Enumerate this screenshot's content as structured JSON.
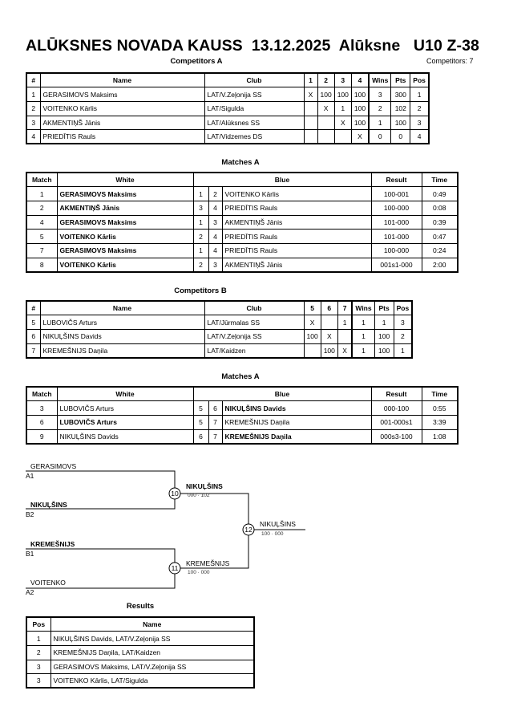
{
  "header": {
    "event": "ALŪKSNES NOVADA KAUSS",
    "date": "13.12.2025",
    "place": "Alūksne",
    "category": "U10 Z-38",
    "competitors_label": "Competitors: 7"
  },
  "pool_a": {
    "title": "Competitors A",
    "columns": [
      "#",
      "Name",
      "Club",
      "1",
      "2",
      "3",
      "4",
      "Wins",
      "Pts",
      "Pos"
    ],
    "rows": [
      {
        "num": "1",
        "name": "GERASIMOVS Maksims",
        "club": "LAT/V.Zeļonija SS",
        "r1": "X",
        "r2": "100",
        "r3": "100",
        "r4": "100",
        "wins": "3",
        "pts": "300",
        "pos": "1"
      },
      {
        "num": "2",
        "name": "VOITENKO Kārlis",
        "club": "LAT/Sigulda",
        "r1": "",
        "r2": "X",
        "r3": "1",
        "r4": "100",
        "wins": "2",
        "pts": "102",
        "pos": "2"
      },
      {
        "num": "3",
        "name": "AKMENTIŅŠ Jānis",
        "club": "LAT/Alūksnes SS",
        "r1": "",
        "r2": "",
        "r3": "X",
        "r4": "100",
        "wins": "1",
        "pts": "100",
        "pos": "3"
      },
      {
        "num": "4",
        "name": "PRIEDĪTIS Rauls",
        "club": "LAT/Vidzemes DS",
        "r1": "",
        "r2": "",
        "r3": "",
        "r4": "X",
        "wins": "0",
        "pts": "0",
        "pos": "4"
      }
    ]
  },
  "matches_a": {
    "title": "Matches A",
    "columns": [
      "Match",
      "White",
      "Blue",
      "Result",
      "Time"
    ],
    "rows": [
      {
        "match": "1",
        "white": "GERASIMOVS Maksims",
        "w": "1",
        "b": "2",
        "blue": "VOITENKO Kārlis",
        "result": "100-001",
        "time": "0:49",
        "winner": "white"
      },
      {
        "match": "2",
        "white": "AKMENTIŅŠ Jānis",
        "w": "3",
        "b": "4",
        "blue": "PRIEDĪTIS Rauls",
        "result": "100-000",
        "time": "0:08",
        "winner": "white"
      },
      {
        "match": "4",
        "white": "GERASIMOVS Maksims",
        "w": "1",
        "b": "3",
        "blue": "AKMENTIŅŠ Jānis",
        "result": "101-000",
        "time": "0:39",
        "winner": "white"
      },
      {
        "match": "5",
        "white": "VOITENKO Kārlis",
        "w": "2",
        "b": "4",
        "blue": "PRIEDĪTIS Rauls",
        "result": "101-000",
        "time": "0:47",
        "winner": "white"
      },
      {
        "match": "7",
        "white": "GERASIMOVS Maksims",
        "w": "1",
        "b": "4",
        "blue": "PRIEDĪTIS Rauls",
        "result": "100-000",
        "time": "0:24",
        "winner": "white"
      },
      {
        "match": "8",
        "white": "VOITENKO Kārlis",
        "w": "2",
        "b": "3",
        "blue": "AKMENTIŅŠ Jānis",
        "result": "001s1-000",
        "time": "2:00",
        "winner": "white"
      }
    ]
  },
  "pool_b": {
    "title": "Competitors B",
    "columns": [
      "#",
      "Name",
      "Club",
      "5",
      "6",
      "7",
      "Wins",
      "Pts",
      "Pos"
    ],
    "rows": [
      {
        "num": "5",
        "name": "LUBOVIČS Arturs",
        "club": "LAT/Jūrmalas SS",
        "r5": "X",
        "r6": "",
        "r7": "1",
        "wins": "1",
        "pts": "1",
        "pos": "3"
      },
      {
        "num": "6",
        "name": "NIKUĻŠINS Davids",
        "club": "LAT/V.Zeļonija SS",
        "r5": "100",
        "r6": "X",
        "r7": "",
        "wins": "1",
        "pts": "100",
        "pos": "2"
      },
      {
        "num": "7",
        "name": "KREMEŠNIJS Daņila",
        "club": "LAT/Kaidzen",
        "r5": "",
        "r6": "100",
        "r7": "X",
        "wins": "1",
        "pts": "100",
        "pos": "1"
      }
    ]
  },
  "matches_b": {
    "title": "Matches A",
    "columns": [
      "Match",
      "White",
      "Blue",
      "Result",
      "Time"
    ],
    "rows": [
      {
        "match": "3",
        "white": "LUBOVIČS Arturs",
        "w": "5",
        "b": "6",
        "blue": "NIKUĻŠINS Davids",
        "result": "000-100",
        "time": "0:55",
        "winner": "blue"
      },
      {
        "match": "6",
        "white": "LUBOVIČS Arturs",
        "w": "5",
        "b": "7",
        "blue": "KREMEŠNIJS Daņila",
        "result": "001-000s1",
        "time": "3:39",
        "winner": "white"
      },
      {
        "match": "9",
        "white": "NIKUĻŠINS Davids",
        "w": "6",
        "b": "7",
        "blue": "KREMEŠNIJS Daņila",
        "result": "000s3-100",
        "time": "1:08",
        "winner": "blue"
      }
    ]
  },
  "bracket": {
    "a1_name": "GERASIMOVS",
    "a1_seed": "A1",
    "b2_name": "NIKUĻŠINS",
    "b2_seed": "B2",
    "b1_name": "KREMEŠNIJS",
    "b1_seed": "B1",
    "a2_name": "VOITENKO",
    "a2_seed": "A2",
    "m10_num": "10",
    "m10_winner": "NIKUĻŠINS",
    "m10_score": "000 · 102",
    "m11_num": "11",
    "m11_winner": "KREMEŠNIJS",
    "m11_score": "100 · 000",
    "m12_num": "12",
    "m12_winner": "NIKUĻŠINS",
    "m12_score": "100 · 000"
  },
  "results": {
    "title": "Results",
    "columns": [
      "Pos",
      "Name"
    ],
    "rows": [
      {
        "pos": "1",
        "name": "NIKUĻŠINS Davids, LAT/V.Zeļonija SS"
      },
      {
        "pos": "2",
        "name": "KREMEŠNIJS Daņila, LAT/Kaidzen"
      },
      {
        "pos": "3",
        "name": "GERASIMOVS Maksims, LAT/V.Zeļonija SS"
      },
      {
        "pos": "3",
        "name": "VOITENKO Kārlis, LAT/Sigulda"
      }
    ]
  }
}
